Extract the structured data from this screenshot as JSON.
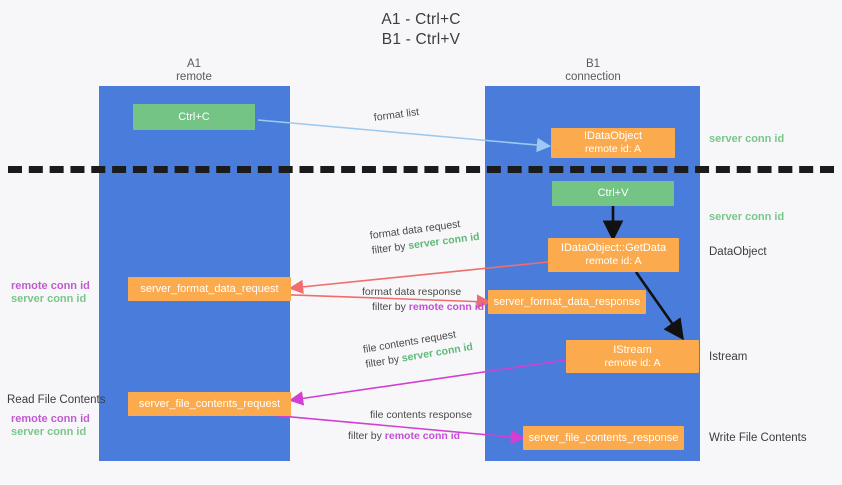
{
  "diagram": {
    "title_line1": "A1 - Ctrl+C",
    "title_line2": "B1 - Ctrl+V",
    "lane_a": {
      "name": "A1",
      "role": "remote"
    },
    "lane_b": {
      "name": "B1",
      "role": "connection"
    },
    "colors": {
      "lane": "#4a7ddb",
      "node_green": "#74c486",
      "node_orange": "#fbab4e",
      "remote_conn_id": "#c05bd0",
      "server_conn_id": "#79c68a",
      "arrow_format_list": "#9ec9ef",
      "arrow_format_data": "#ef6d6d",
      "arrow_file_contents": "#d23fd2",
      "arrow_internal": "#111111",
      "divider": "#1b1b1b"
    }
  },
  "nodes": {
    "ctrl_c": "Ctrl+C",
    "ctrl_v": "Ctrl+V",
    "idataobject_title": "IDataObject",
    "idataobject_sub": "remote id: A",
    "getdata_title": "IDataObject::GetData",
    "getdata_sub": "remote id: A",
    "istream_title": "IStream",
    "istream_sub": "remote id: A",
    "server_format_data_request": "server_format_data_request",
    "server_format_data_response": "server_format_data_response",
    "server_file_contents_request": "server_file_contents_request",
    "server_file_contents_response": "server_file_contents_response"
  },
  "right_labels": {
    "server_conn_id_top": "server conn id",
    "server_conn_id_mid": "server conn id",
    "dataobject": "DataObject",
    "istream": "Istream",
    "write_file_contents": "Write File Contents"
  },
  "left_labels": {
    "remote_conn_id_1": "remote conn id",
    "server_conn_id_1": "server conn id",
    "read_file_contents": "Read File Contents",
    "remote_conn_id_2": "remote conn id",
    "server_conn_id_2": "server conn id"
  },
  "arrows": {
    "format_list": {
      "label": "format list"
    },
    "format_data_request": {
      "label": "format data request",
      "filter_prefix": "filter by ",
      "filter_key": "server conn id"
    },
    "format_data_response": {
      "label": "format data response",
      "filter_prefix": "filter by ",
      "filter_key": "remote conn id"
    },
    "file_contents_request": {
      "label": "file contents request",
      "filter_prefix": "filter by ",
      "filter_key": "server conn id"
    },
    "file_contents_response": {
      "label": "file contents response",
      "filter_prefix": "filter by ",
      "filter_key": "remote conn id"
    }
  }
}
